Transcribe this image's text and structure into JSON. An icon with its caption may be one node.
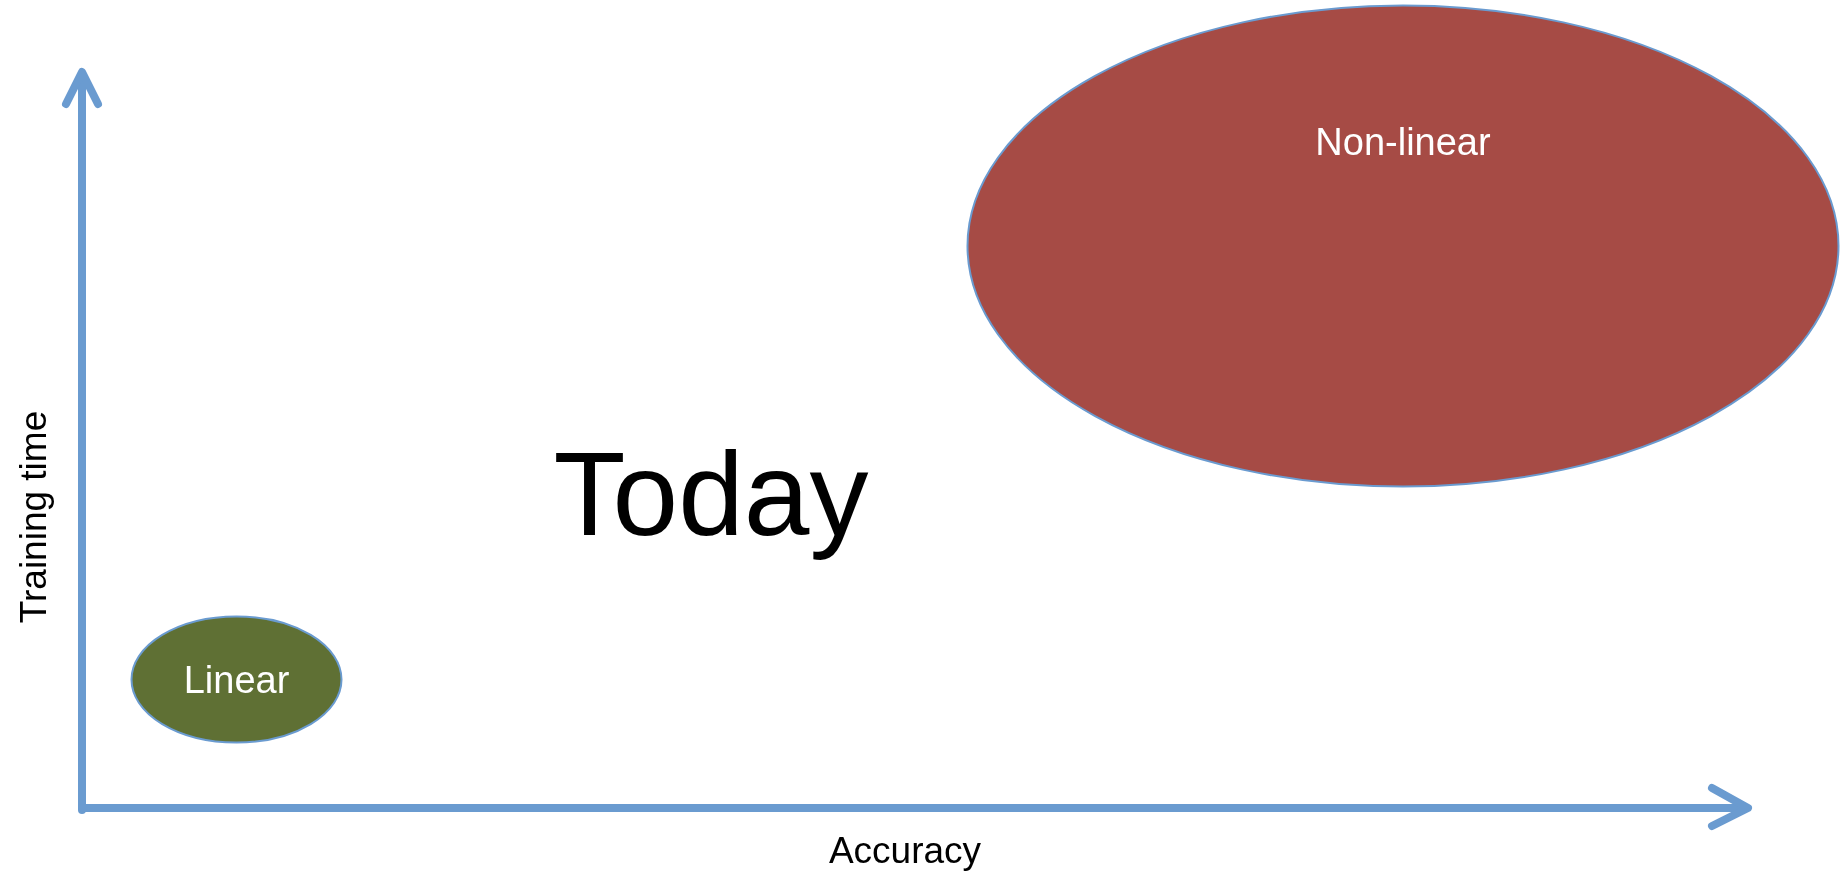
{
  "diagram": {
    "nodes": [
      {
        "text": [
          "Non-linear"
        ]
      },
      {
        "text": [
          "Linear"
        ]
      }
    ],
    "labels": [
      "Today",
      "Training time",
      "Accuracy"
    ]
  }
}
